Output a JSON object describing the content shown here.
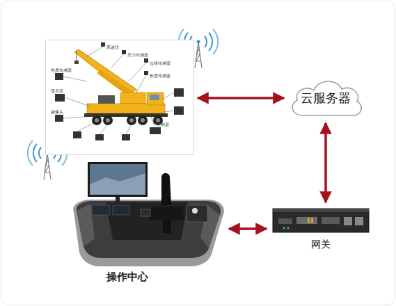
{
  "diagram": {
    "nodes": [
      {
        "text": [
          "风速仪",
          "压力传感器",
          "位移传感器",
          "长度传感器",
          "角度传感器",
          "显示器",
          "控制器",
          "摄像头"
        ]
      },
      {
        "text": [
          "云服务器"
        ]
      },
      {
        "text": [
          "操作中心"
        ]
      },
      {
        "text": [
          "网关"
        ]
      }
    ],
    "edges": [
      {
        "from": 0,
        "to": 1,
        "arrow": "both"
      },
      {
        "from": 1,
        "to": 3,
        "arrow": "both"
      },
      {
        "from": 2,
        "to": 3,
        "arrow": "both"
      }
    ]
  }
}
